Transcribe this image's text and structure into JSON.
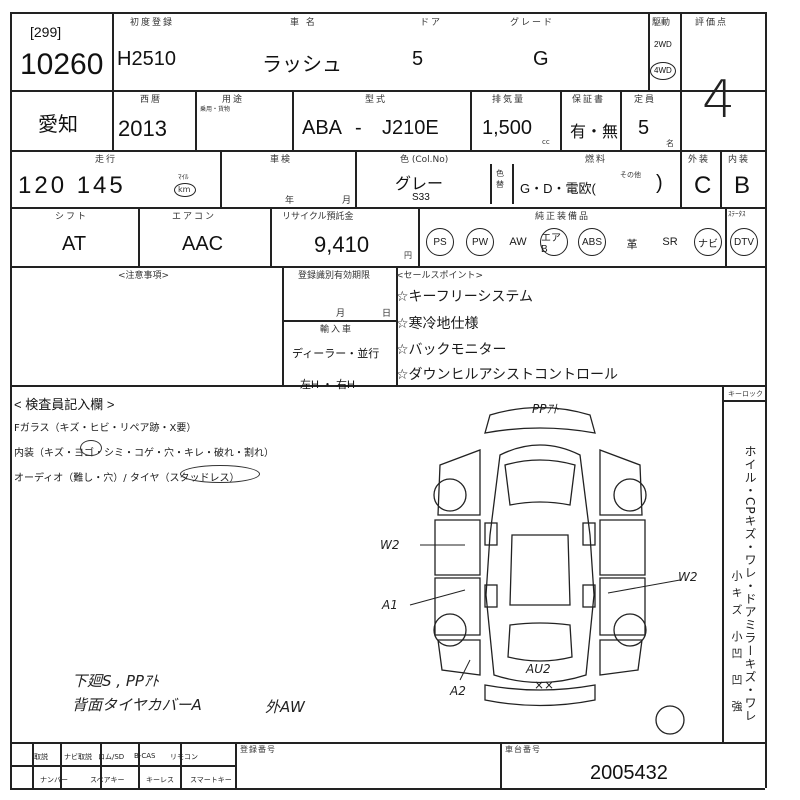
{
  "header": {
    "lot_bracket": "[299]",
    "lot_number": "10260",
    "labels": {
      "first_reg": "初度登録",
      "car_name": "車 名",
      "doors": "ドア",
      "grade": "グレード",
      "drive": "駆動",
      "score": "評価点"
    },
    "first_reg": "H2510",
    "car_name": "ラッシュ",
    "doors": "5",
    "grade": "G",
    "drive_2wd": "2WD",
    "drive_4wd": "4WD",
    "score": "4"
  },
  "row2": {
    "labels": {
      "year": "西暦",
      "class": "用途",
      "class_sub": "乗用・貨物",
      "model": "型式",
      "displacement": "排気量",
      "warranty": "保証書",
      "capacity": "定員"
    },
    "region": "愛知",
    "year": "2013",
    "model_prefix": "ABA",
    "model_dash": "-",
    "model_code": "J210E",
    "displacement": "1,500",
    "displacement_unit": "cc",
    "warranty": "有・無",
    "capacity": "5",
    "capacity_unit": "名"
  },
  "row3": {
    "labels": {
      "mileage": "走行",
      "inspection": "車検",
      "color": "色 (Col.No)",
      "fuel": "燃料",
      "exterior": "外装",
      "interior": "内装",
      "year_unit": "年",
      "month_unit": "月",
      "color_change": "色替",
      "fuel_other": "その他"
    },
    "mileage": "120 145",
    "mileage_unit_top": "ﾏｲﾙ",
    "mileage_unit_circle": "km",
    "color": "グレー",
    "color_code": "S33",
    "fuel": "G・D・電欧(",
    "fuel_close": ")",
    "exterior": "C",
    "interior": "B"
  },
  "row4": {
    "labels": {
      "shift": "シフト",
      "aircon": "エアコン",
      "recycle": "リサイクル預託金",
      "equipment": "純正装備品",
      "recycle_unit": "円",
      "status": "ｽﾃｰﾀｽ"
    },
    "shift": "AT",
    "aircon": "AAC",
    "recycle": "9,410",
    "equipment": [
      "PS",
      "PW",
      "AW",
      "エアB",
      "ABS",
      "革",
      "SR",
      "ナビ",
      "DTV"
    ],
    "equipment_circled": [
      true,
      true,
      false,
      true,
      true,
      false,
      false,
      true,
      true
    ]
  },
  "mid": {
    "caution_label": "<注意事項>",
    "reg_label": "登録識別有効期限",
    "reg_month": "月",
    "reg_day": "日",
    "import_label": "輸入車",
    "import_dealer": "ディーラー・並行",
    "import_handle": "左H ・ 右H",
    "sales_label": "<セールスポイント>",
    "sales_points": [
      "☆キーフリーシステム",
      "☆寒冷地仕様",
      "☆バックモニター",
      "☆ダウンヒルアシストコントロール"
    ]
  },
  "inspection": {
    "title": "< 検査員記入欄 >",
    "lines": [
      "Fガラス（キズ・ヒビ・リペア跡・X要）",
      "内装（キズ・ヨゴ・シミ・コゲ・穴・キレ・破れ・割れ）",
      "オーディオ（難し・穴）/ タイヤ（スタッドレス）"
    ],
    "keylock": "キーロック",
    "side_text": "ホイル・CPキズ・ワレ・ドアミラーキズ・ワレ",
    "side_sub": "小キズ 小凹 凹 強",
    "diagram_marks": {
      "front": "PPｱﾄ",
      "w2_left": "W2",
      "a1": "A1",
      "w2_right": "W2",
      "au2": "AU2",
      "xx": "××",
      "a2": "A2"
    },
    "handwritten_notes": [
      "下廻S , PPｱﾄ",
      "背面タイヤカバーA",
      "外AW"
    ]
  },
  "footer": {
    "labels": [
      "取説",
      "ナビ取説",
      "ロム/SD",
      "B-CAS",
      "リモコン",
      "ナンバー",
      "スペアキー",
      "キーレス",
      "スマートキー"
    ],
    "reg_no_label": "登録番号",
    "chassis_label": "車台番号",
    "chassis_number": "2005432"
  }
}
